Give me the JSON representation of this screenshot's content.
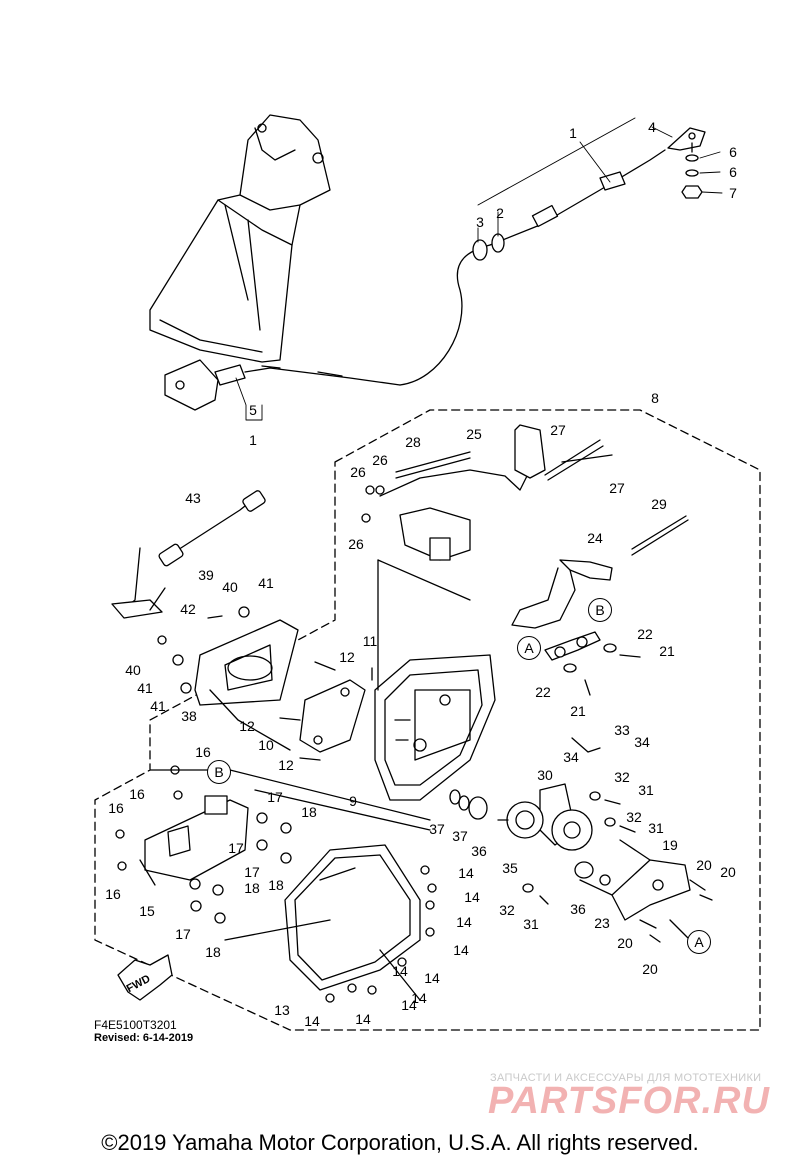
{
  "diagram_code": "F4E5100T3201",
  "revised": "Revised: 6-14-2019",
  "fwd_label": "FWD",
  "watermark": {
    "tagline": "ЗАПЧАСТИ И АКСЕССУАРЫ ДЛЯ МОТОТЕХНИКИ",
    "brand": "PARTSFOR.RU"
  },
  "copyright": "©2019 Yamaha Motor Corporation, U.S.A. All rights reserved.",
  "callouts": [
    "1",
    "2",
    "3",
    "4",
    "6",
    "6",
    "7",
    "5",
    "1",
    "8",
    "25",
    "27",
    "27",
    "28",
    "26",
    "26",
    "26",
    "29",
    "24",
    "B",
    "43",
    "39",
    "40",
    "41",
    "42",
    "40",
    "41",
    "41",
    "38",
    "A",
    "22",
    "21",
    "22",
    "21",
    "12",
    "11",
    "12",
    "10",
    "12",
    "9",
    "33",
    "34",
    "34",
    "30",
    "32",
    "31",
    "32",
    "31",
    "19",
    "20",
    "20",
    "20",
    "20",
    "A",
    "37",
    "37",
    "36",
    "35",
    "36",
    "32",
    "31",
    "23",
    "16",
    "B",
    "16",
    "16",
    "17",
    "18",
    "17",
    "18",
    "17",
    "18",
    "17",
    "18",
    "16",
    "15",
    "14",
    "14",
    "14",
    "14",
    "14",
    "14",
    "14",
    "14",
    "14",
    "14",
    "13"
  ],
  "colors": {
    "line": "#000000",
    "watermark_red": "#f2b2b2"
  }
}
